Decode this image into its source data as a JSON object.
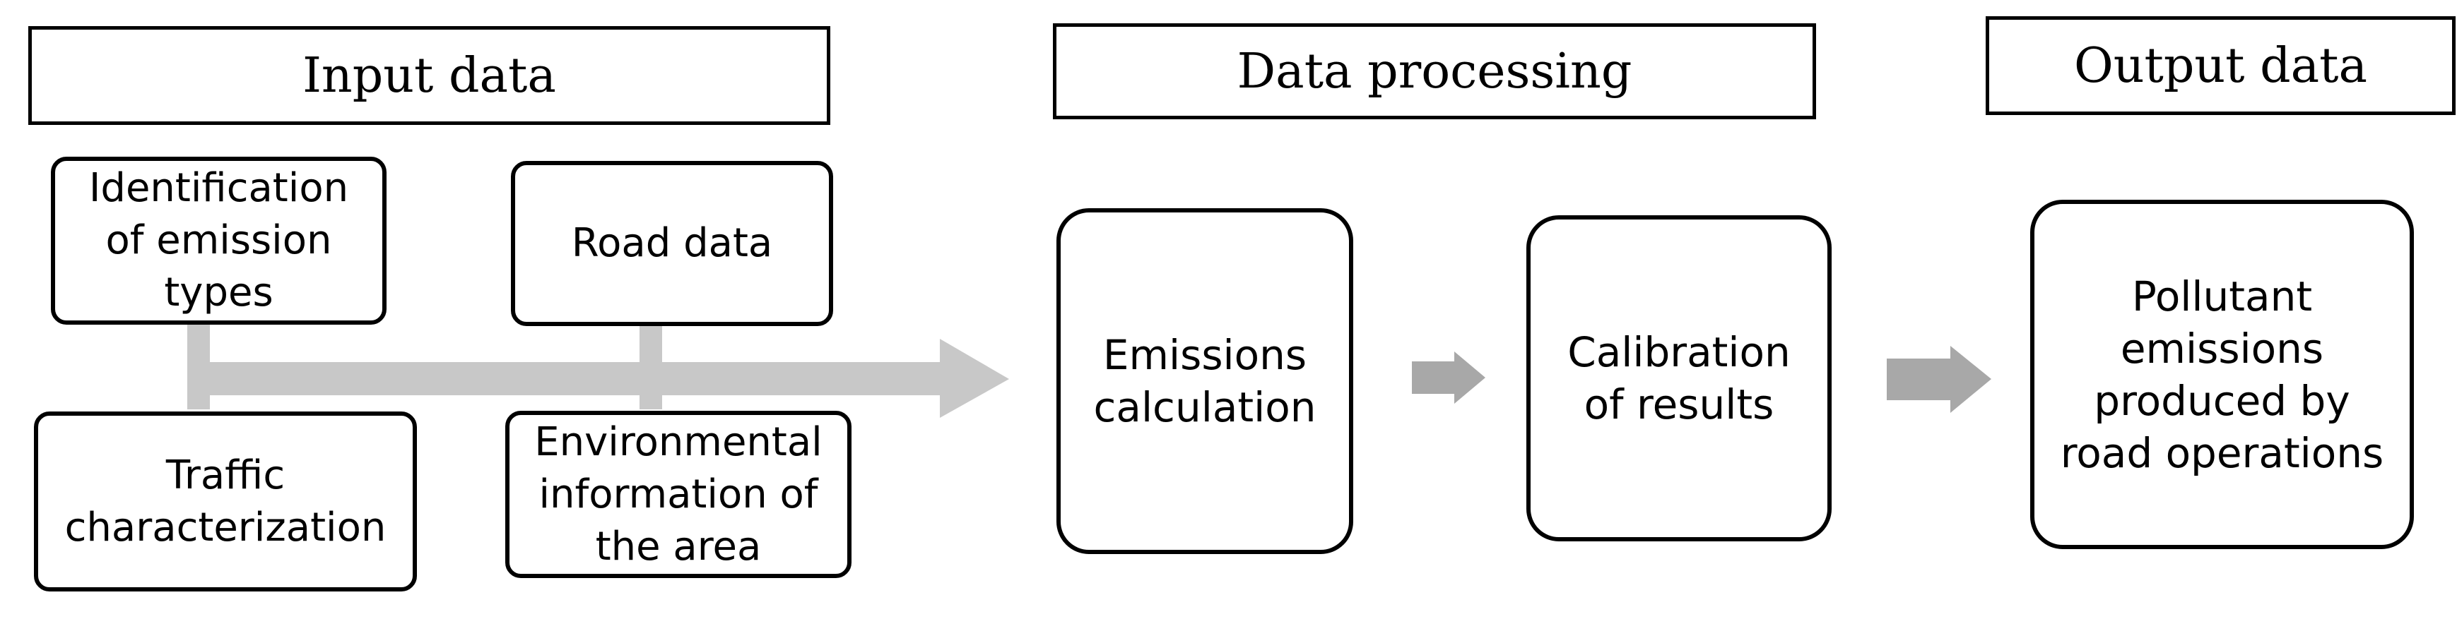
{
  "headers": {
    "input": "Input data",
    "processing": "Data processing",
    "output": "Output data"
  },
  "input_boxes": {
    "emission_types": "Identification\nof emission\ntypes",
    "road_data": "Road data",
    "traffic": "Traffic\ncharacterization",
    "environmental": "Environmental\ninformation of\nthe area"
  },
  "process_boxes": {
    "emissions_calc": "Emissions\ncalculation",
    "calibration": "Calibration\nof results"
  },
  "output_boxes": {
    "pollutant": "Pollutant\nemissions\nproduced by\nroad operations"
  },
  "colors": {
    "connector": "#c8c8c8",
    "arrow_small": "#a8a8a8",
    "border": "#000000"
  }
}
